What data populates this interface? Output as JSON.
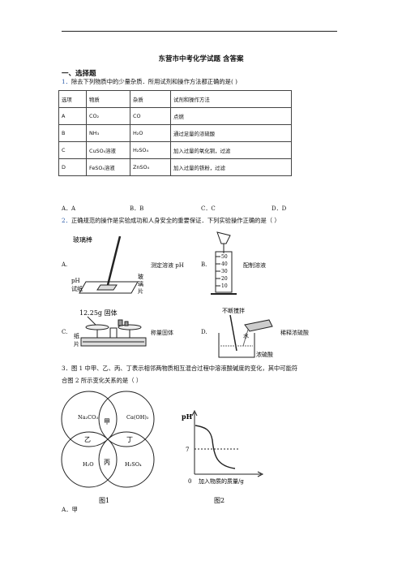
{
  "doc": {
    "title": "东营市中考化学试题 含答案",
    "section": "一、选择题"
  },
  "q1": {
    "num": "1．",
    "text": "除去下列物质中的少量杂质．所用试剂和操作方法都正确的是(    )",
    "headers": [
      "选项",
      "物质",
      "杂质",
      "试剂和操作方法"
    ],
    "rows": [
      [
        "A",
        "CO₂",
        "CO",
        "点燃"
      ],
      [
        "B",
        "NH₃",
        "H₂O",
        "通过足量的浓硫酸"
      ],
      [
        "C",
        "CuSO₄溶液",
        "H₂SO₄",
        "加入过量的氧化铜，过滤"
      ],
      [
        "D",
        "FeSO₄溶液",
        "ZnSO₄",
        "加入过量的铁粉，过滤"
      ]
    ],
    "choices": [
      "A．A",
      "B．B",
      "C．C",
      "D．D"
    ]
  },
  "q2": {
    "num": "2．",
    "text": "正确规范的操作是实验成功和人身安全的重要保证．下列实验操作正确的是（        ）",
    "options": [
      {
        "letter": "A.",
        "caption": "测定溶液 pH"
      },
      {
        "letter": "B.",
        "caption": "配制溶液"
      },
      {
        "letter": "C.",
        "caption": "称量固体"
      },
      {
        "letter": "D.",
        "caption": "稀释浓硫酸"
      }
    ],
    "fig_a": {
      "rod": "玻璃棒",
      "paper": [
        "pH",
        "试纸"
      ],
      "glass": [
        "玻",
        "璃",
        "片"
      ]
    },
    "fig_b": {
      "ticks": [
        "50",
        "40",
        "30",
        "20",
        "10"
      ]
    },
    "fig_c": {
      "solid": "12.25g 固体",
      "paper": [
        "纸",
        "片"
      ]
    },
    "fig_d": {
      "stir": "不断搅拌",
      "water": "水",
      "acid": "浓硫酸"
    }
  },
  "q3": {
    "text_line1": "3．图 1 中甲、乙、丙、丁表示相邻两物质相互混合过程中溶液酸碱度的变化，其中可能符",
    "text_line2": "合图 2 所示变化关系的是（    ）",
    "fig1": {
      "circles": [
        "Na₂CO₃",
        "Ca(OH)₂",
        "H₂O",
        "H₂SO₄"
      ],
      "regions": [
        "甲",
        "乙",
        "丙",
        "丁"
      ],
      "caption": "图1"
    },
    "fig2": {
      "ylabel": "pH",
      "y_mark": "7",
      "origin": "0",
      "xlabel": "加入物质的质量/g",
      "caption": "图2"
    },
    "answer_a": "A．甲"
  }
}
